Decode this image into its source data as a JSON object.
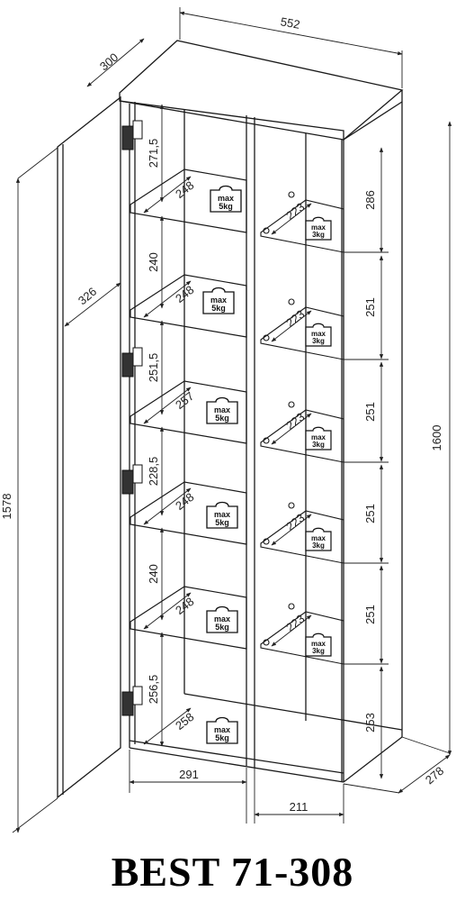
{
  "title": "BEST 71-308",
  "dimensions": {
    "width": "552",
    "depth": "300",
    "height_total": "1600",
    "door_height": "1578",
    "door_depth": "326",
    "base_depth": "278",
    "left_inner_width": "291",
    "right_inner_width": "211"
  },
  "left_compartment": {
    "gaps": [
      "271,5",
      "240",
      "251,5",
      "228,5",
      "240",
      "256,5"
    ],
    "shelf_depths": [
      "248",
      "248",
      "257",
      "248",
      "248",
      "258"
    ],
    "load_label": [
      "max",
      "5kg"
    ]
  },
  "right_compartment": {
    "gaps": [
      "286",
      "251",
      "251",
      "251",
      "251",
      "253"
    ],
    "shelf_depths": [
      "223",
      "223",
      "223",
      "223",
      "223"
    ],
    "load_label": [
      "max",
      "3kg"
    ]
  },
  "colors": {
    "line": "#1a1a1a",
    "text": "#222222"
  }
}
